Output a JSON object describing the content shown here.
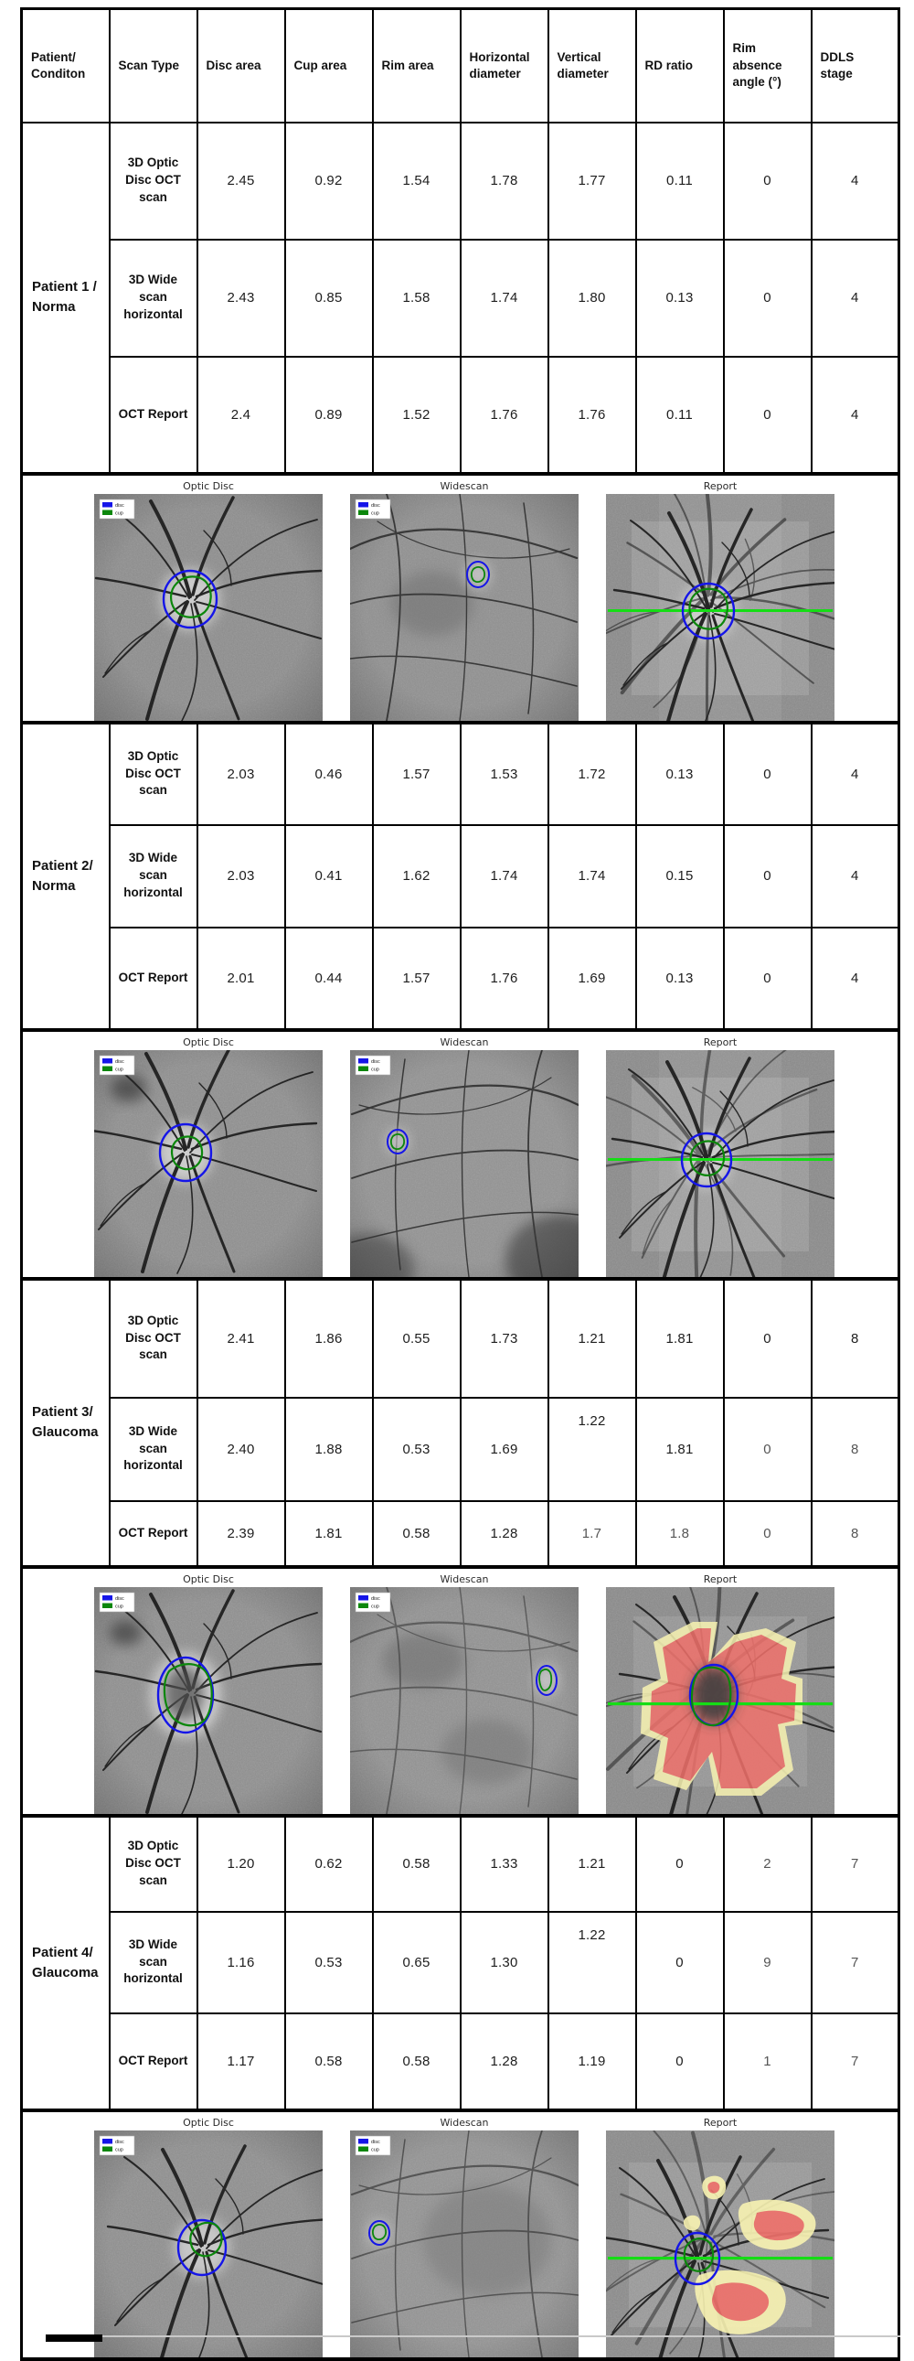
{
  "table": {
    "columns": [
      "Patient/ Conditon",
      "Scan Type",
      "Disc area",
      "Cup area",
      "Rim area",
      "Horizontal diameter",
      "Vertical diameter",
      "RD ratio",
      "Rim absence angle (°)",
      "DDLS stage"
    ],
    "sections": [
      {
        "patient": "Patient 1 / Norma",
        "rows": [
          {
            "scan": "3D Optic Disc OCT scan",
            "values": [
              "2.45",
              "0.92",
              "1.54",
              "1.78",
              "1.77",
              "0.11",
              "0",
              "4"
            ]
          },
          {
            "scan": "3D Wide scan horizontal",
            "values": [
              "2.43",
              "0.85",
              "1.58",
              "1.74",
              "1.80",
              "0.13",
              "0",
              "4"
            ]
          },
          {
            "scan": "OCT Report",
            "values": [
              "2.4",
              "0.89",
              "1.52",
              "1.76",
              "1.76",
              "0.11",
              "0",
              "4"
            ]
          }
        ]
      },
      {
        "patient": "Patient 2/ Norma",
        "rows": [
          {
            "scan": "3D Optic Disc OCT scan",
            "values": [
              "2.03",
              "0.46",
              "1.57",
              "1.53",
              "1.72",
              "0.13",
              "0",
              "4"
            ]
          },
          {
            "scan": "3D Wide scan horizontal",
            "values": [
              "2.03",
              "0.41",
              "1.62",
              "1.74",
              "1.74",
              "0.15",
              "0",
              "4"
            ]
          },
          {
            "scan": "OCT Report",
            "values": [
              "2.01",
              "0.44",
              "1.57",
              "1.76",
              "1.69",
              "0.13",
              "0",
              "4"
            ]
          }
        ]
      },
      {
        "patient": "Patient 3/ Glaucoma",
        "rows": [
          {
            "scan": "3D Optic Disc OCT scan",
            "values": [
              "2.41",
              "1.86",
              "0.55",
              "1.73",
              "1.21",
              "1.81",
              "0",
              "8"
            ]
          },
          {
            "scan": "3D Wide scan horizontal",
            "values": [
              "2.40",
              "1.88",
              "0.53",
              "1.69",
              "1.22",
              "1.81",
              "0",
              "8"
            ]
          },
          {
            "scan": "OCT Report",
            "values": [
              "2.39",
              "1.81",
              "0.58",
              "1.28",
              "1.7",
              "1.8",
              "0",
              "8"
            ]
          }
        ]
      },
      {
        "patient": "Patient 4/ Glaucoma",
        "rows": [
          {
            "scan": "3D Optic Disc OCT scan",
            "values": [
              "1.20",
              "0.62",
              "0.58",
              "1.33",
              "1.21",
              "0",
              "2",
              "7"
            ]
          },
          {
            "scan": "3D Wide scan horizontal",
            "values": [
              "1.16",
              "0.53",
              "0.65",
              "1.30",
              "1.22",
              "0",
              "9",
              "7"
            ]
          },
          {
            "scan": "OCT Report",
            "values": [
              "1.17",
              "0.58",
              "0.58",
              "1.28",
              "1.19",
              "0",
              "1",
              "7"
            ]
          }
        ]
      }
    ]
  },
  "figures": {
    "panel_titles": [
      "Optic Disc",
      "Widescan",
      "Report"
    ],
    "legend": {
      "disc": "disc",
      "cup": "cup"
    },
    "colors": {
      "disc_outline": "#1515e8",
      "cup_outline": "#0c870c",
      "scan_line": "#15dd15",
      "defect_red": "#f0716b",
      "defect_yellow": "#f8f3b2"
    }
  }
}
